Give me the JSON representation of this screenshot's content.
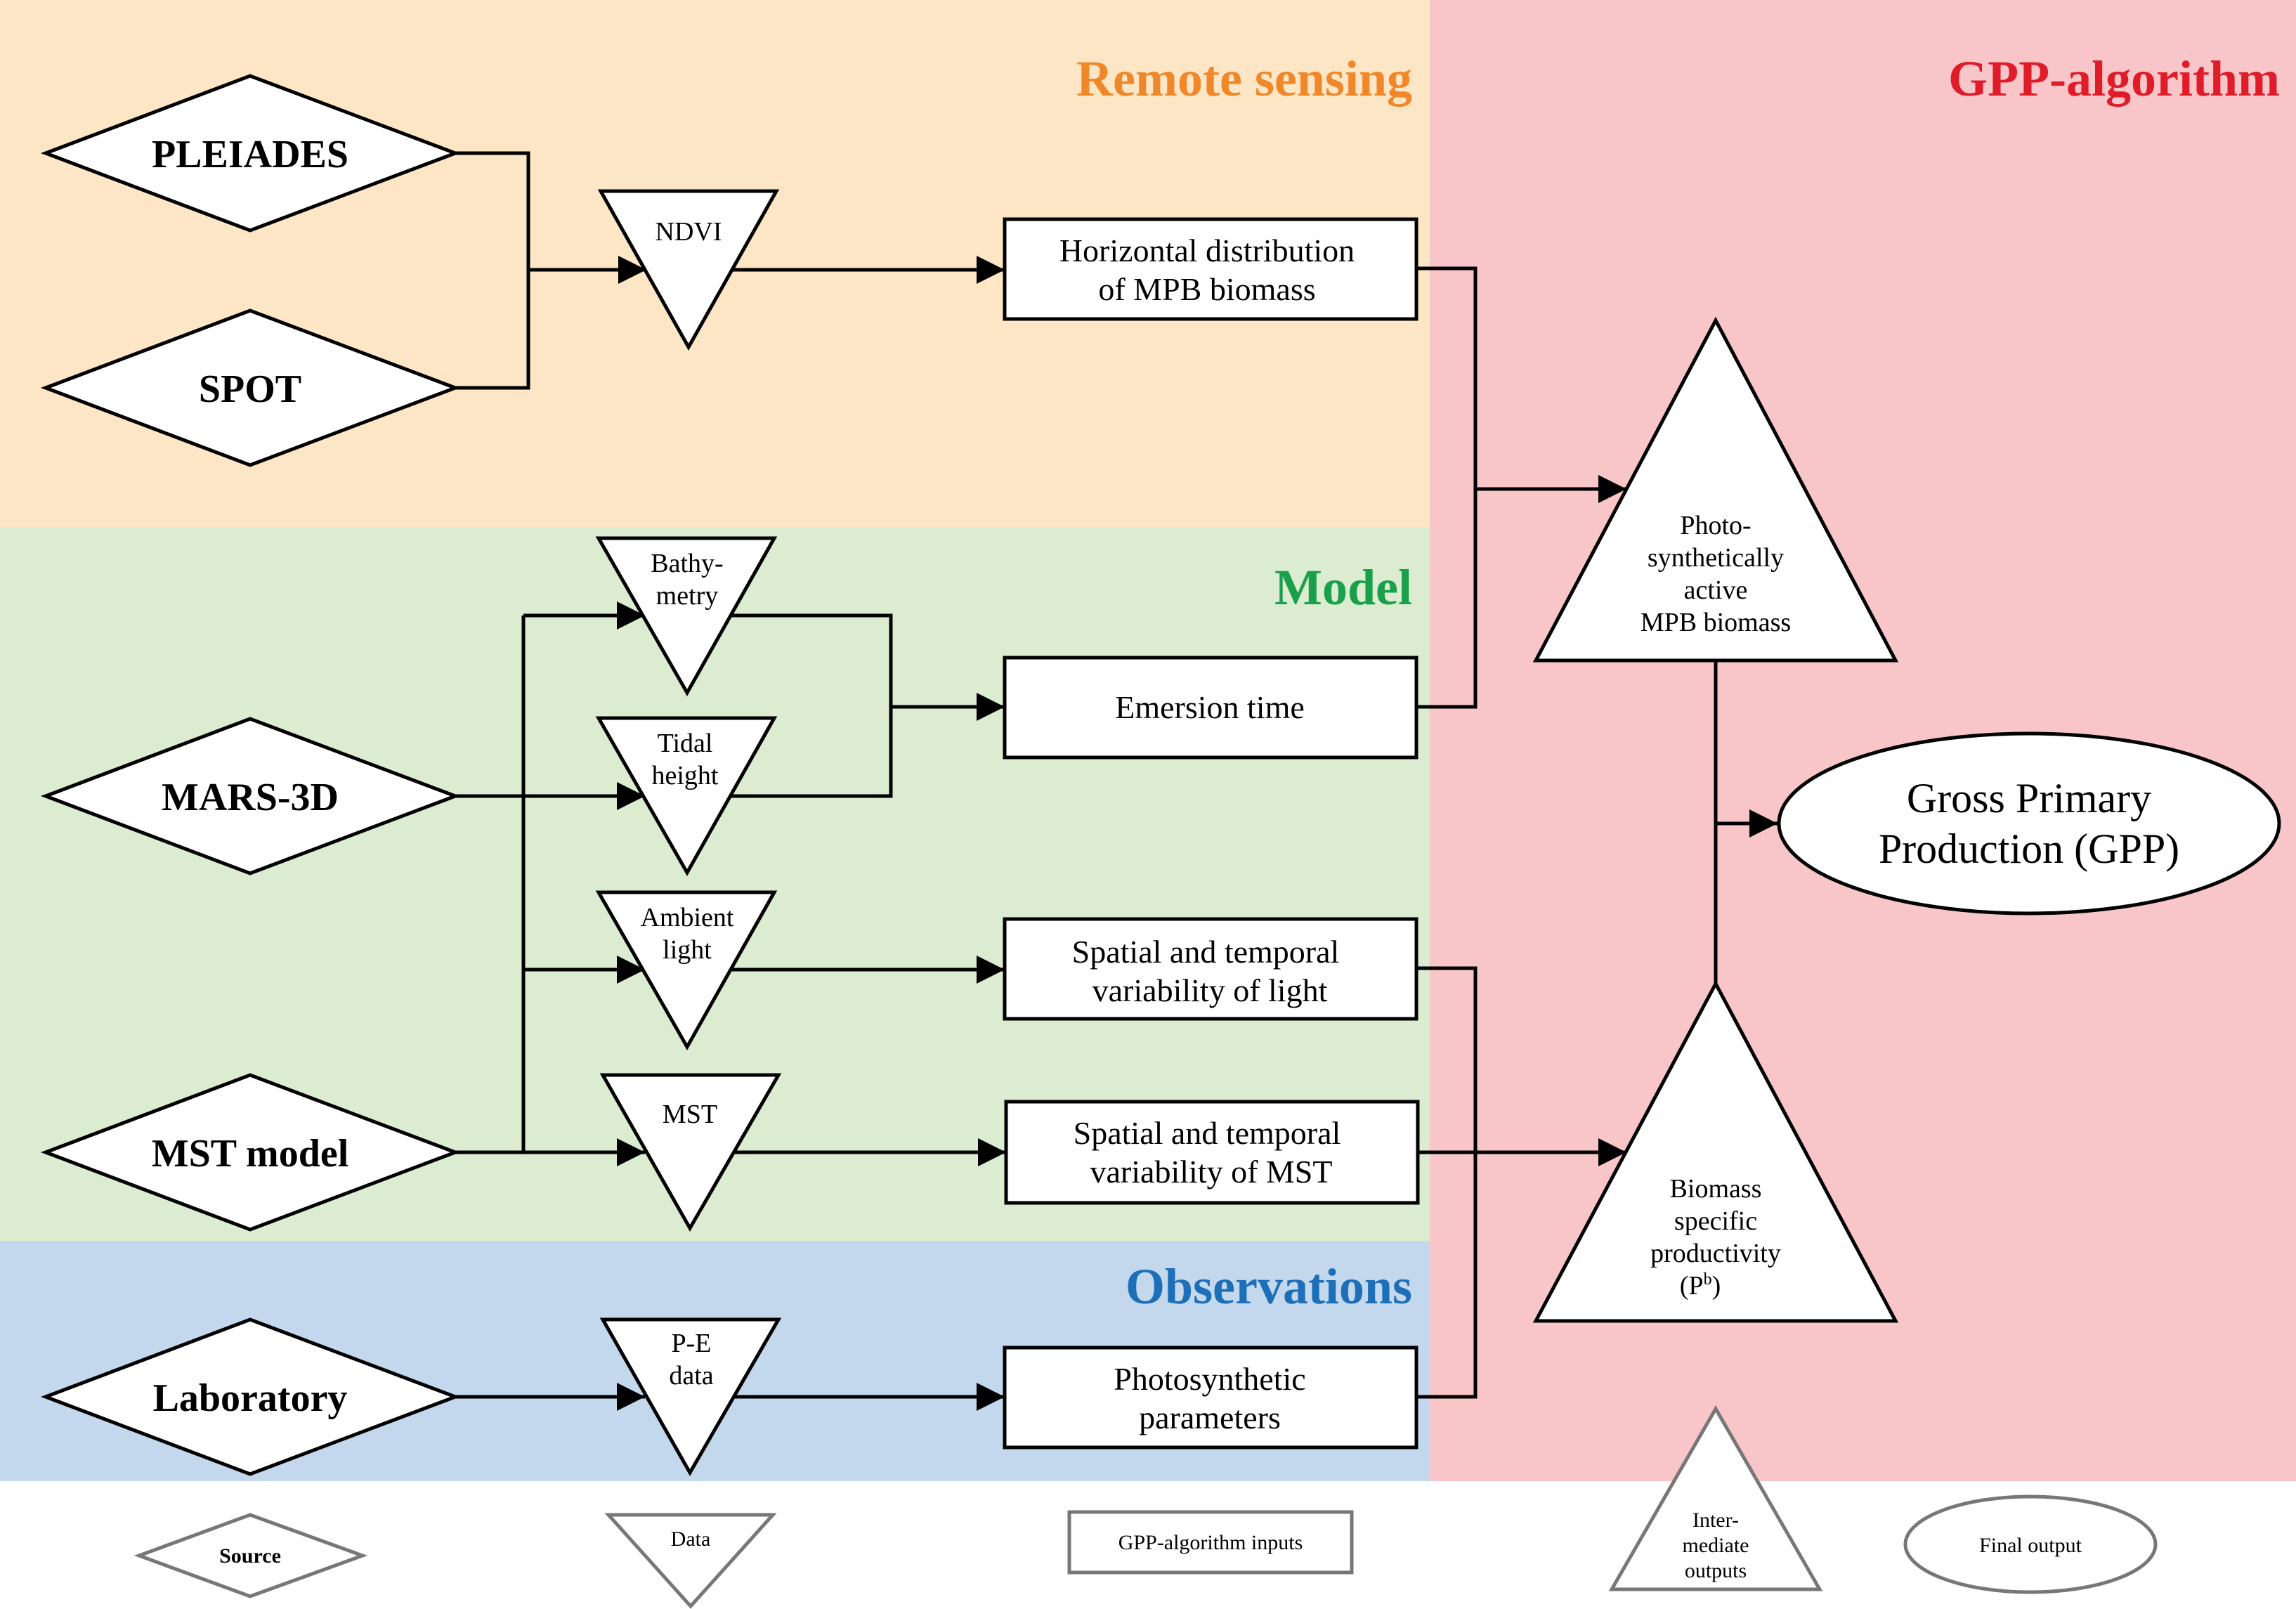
{
  "panels": {
    "remote_sensing": {
      "title": "Remote sensing",
      "color": "#fde6c6",
      "title_color": "#f0882a"
    },
    "model": {
      "title": "Model",
      "color": "#dcecd0",
      "title_color": "#1aa04a"
    },
    "observations": {
      "title": "Observations",
      "color": "#c3d8ec",
      "title_color": "#1d6fb8"
    },
    "gpp_algorithm": {
      "title": "GPP-algorithm",
      "color": "#f8c6c8",
      "title_color": "#e01b2a"
    }
  },
  "sources": {
    "pleiades": "PLEIADES",
    "spot": "SPOT",
    "mars3d": "MARS-3D",
    "mst_model": "MST model",
    "laboratory": "Laboratory"
  },
  "data_nodes": {
    "ndvi": [
      "NDVI"
    ],
    "bathymetry": [
      "Bathy-",
      "metry"
    ],
    "tidal_height": [
      "Tidal",
      "height"
    ],
    "ambient_light": [
      "Ambient",
      "light"
    ],
    "mst": [
      "MST"
    ],
    "pe_data": [
      "P-E",
      "data"
    ]
  },
  "inputs": {
    "horizontal_distribution": [
      "Horizontal distribution",
      "of MPB biomass"
    ],
    "emersion_time": [
      "Emersion time"
    ],
    "light_variability": [
      "Spatial and temporal",
      "variability of light"
    ],
    "mst_variability": [
      "Spatial and temporal",
      "variability of MST"
    ],
    "photosynthetic_parameters": [
      "Photosynthetic",
      "parameters"
    ]
  },
  "intermediate": {
    "active_biomass": [
      "Photo-",
      "synthetically",
      "active",
      "MPB biomass"
    ],
    "specific_productivity": [
      "Biomass",
      "specific",
      "productivity",
      "(P",
      "b",
      ")"
    ]
  },
  "final": {
    "gpp": [
      "Gross Primary",
      "Production (GPP)"
    ]
  },
  "legend": {
    "source": "Source",
    "data": "Data",
    "inputs": "GPP-algorithm inputs",
    "intermediate": [
      "Inter-",
      "mediate",
      "outputs"
    ],
    "final": "Final output"
  }
}
